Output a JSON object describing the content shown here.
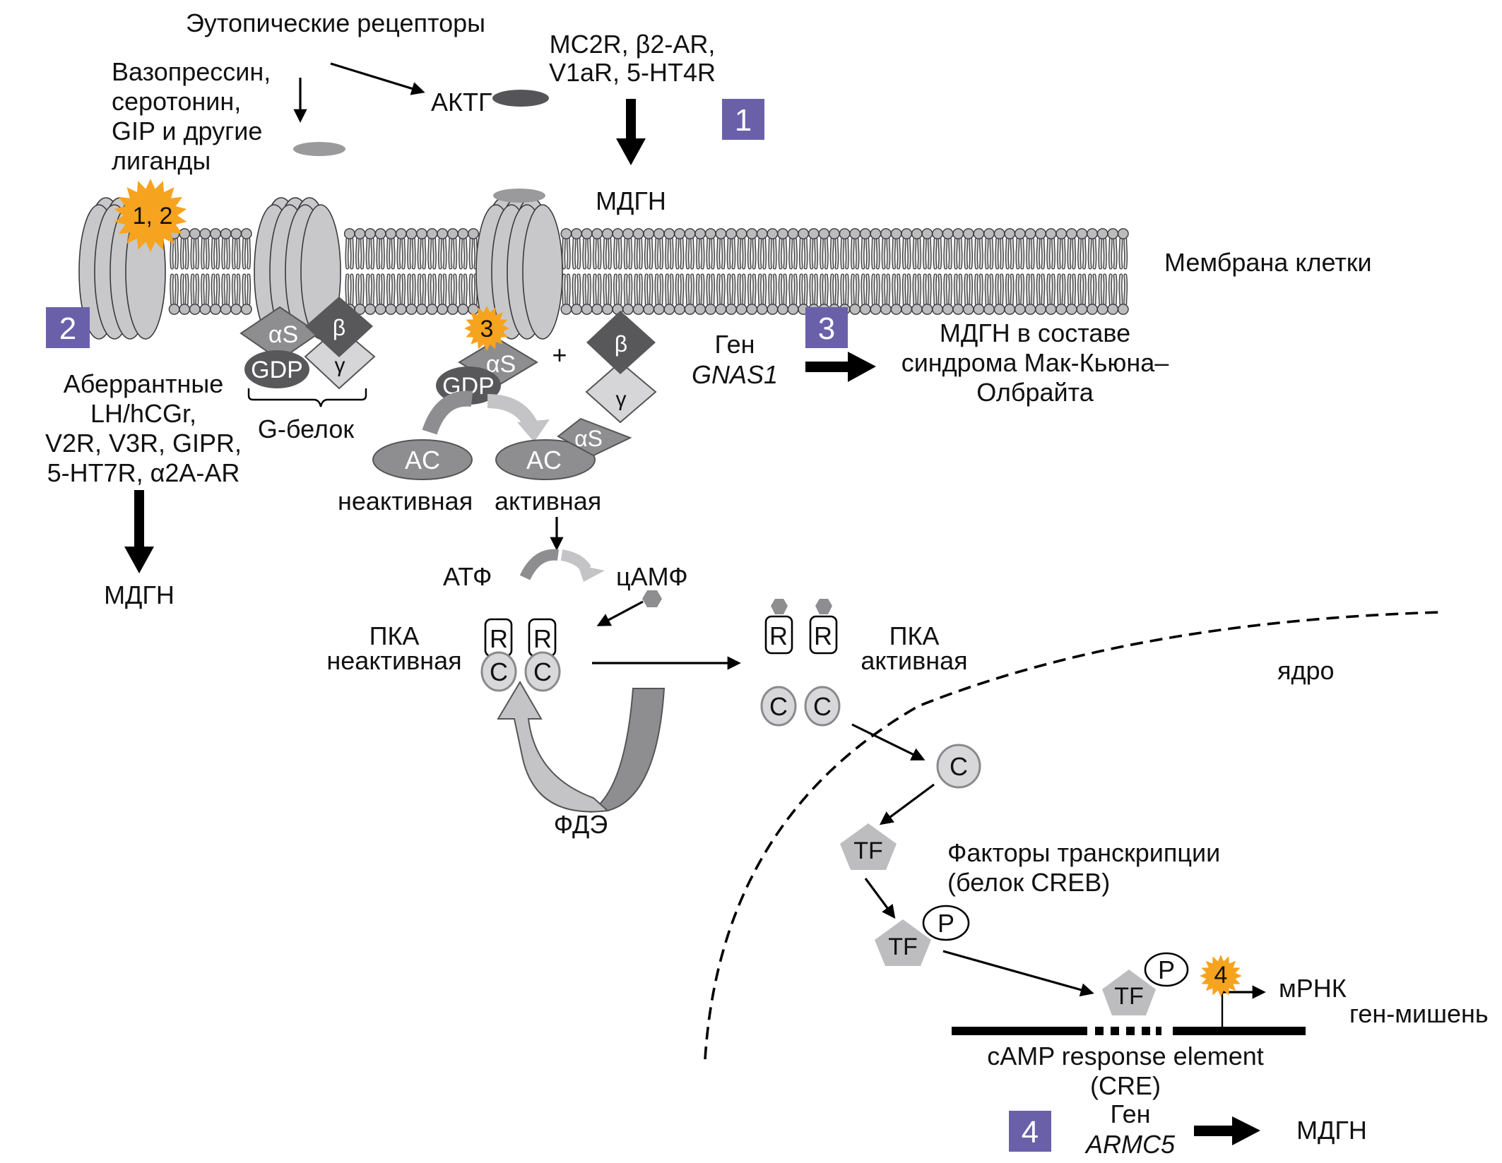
{
  "diagram": {
    "title": "Эутопические рецепторы",
    "ligands_left": [
      "Вазопрессин,",
      "серотонин,",
      "GIP и другие",
      "лиганды"
    ],
    "acth_label": "АКТГ",
    "eutopic_receptors": [
      "MC2R, β2-AR,",
      "V1aR, 5-HT4R"
    ],
    "result_1": "МДГН",
    "membrane_label": "Мембрана клетки",
    "aberrant_receptors": [
      "Аберрантные",
      "LH/hCGr,",
      "V2R, V3R, GIPR,",
      "5-HT7R, α2A-AR"
    ],
    "result_2": "МДГН",
    "g_protein": {
      "alpha": "αS",
      "beta": "β",
      "gamma": "γ",
      "gdp": "GDP",
      "label": "G-белок"
    },
    "plus_sign": "+",
    "adenylate_cyclase": {
      "ac": "AC",
      "inactive": "неактивная",
      "active": "активная"
    },
    "atp": "АТФ",
    "camp": "цАМФ",
    "pka_inactive": [
      "ПКА",
      "неактивная"
    ],
    "pka_active": [
      "ПКА",
      "активная"
    ],
    "subunit_r": "R",
    "subunit_c": "C",
    "pde": "ФДЭ",
    "nucleus": "ядро",
    "transcription_factors": [
      "Факторы транскрипции",
      "(белок CREB)"
    ],
    "tf": "TF",
    "phospho": "P",
    "mrna": "мРНК",
    "target_gene": "ген-мишень",
    "cre": [
      "cAMP response element",
      "(CRE)"
    ],
    "gene_gnas": {
      "prefix": "Ген",
      "name": "GNAS1"
    },
    "mccune_albright": [
      "МДГН в составе",
      "синдрома Мак-Кьюна–",
      "Олбрайта"
    ],
    "gene_armc5": {
      "prefix": "Ген",
      "name": "ARMC5"
    },
    "result_4": "МДГН",
    "mutation_markers": [
      "1, 2",
      "3",
      "4"
    ],
    "section_boxes": [
      "1",
      "2",
      "3",
      "4"
    ],
    "colors": {
      "section_box": "#6a60aa",
      "mutation_burst": "#f6a31f",
      "membrane_protein": "#c8c8ca",
      "dark_protein": "#58585a",
      "mid_protein": "#8e8e90",
      "light_protein": "#d6d6d8"
    }
  }
}
